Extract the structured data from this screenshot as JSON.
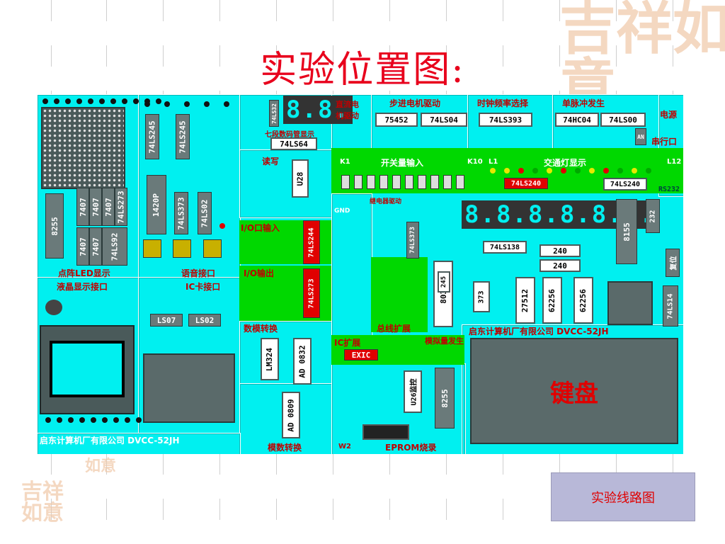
{
  "page": {
    "title": "实验位置图:",
    "link_button": "实验线路图"
  },
  "board": {
    "sections": {
      "dot_matrix": "点阵LED显示",
      "lcd": "液晶显示接口",
      "voice": "语音接口",
      "ic_card": "IC卡接口",
      "seven_seg": "七段数码管显示",
      "rw": "读写",
      "dc_motor": "直流电机驱动",
      "stepper": "步进电机驱动",
      "clock": "时钟频率选择",
      "single_pulse": "单脉冲发生",
      "power": "电源",
      "serial": "串行口",
      "switch_input": "开关量输入",
      "traffic": "交通灯显示",
      "io_in": "I/O口输入",
      "io_out": "I/O输出",
      "da": "数模转换",
      "ad": "模数转换",
      "bus": "总线扩展",
      "ic_ext": "IC扩展",
      "analog": "模拟量发生",
      "eprom": "EPROM烧录",
      "reset": "复位",
      "keyboard": "键盘",
      "company_left": "启东计算机厂有限公司 DVCC-52JH",
      "company_right": "启东计算机厂有限公司 DVCC-52JH",
      "relay": "继电器驱动"
    },
    "chips": {
      "c8255a": "8255",
      "c7407a": "7407",
      "c7407b": "7407",
      "c7407c": "7407",
      "c74ls273a": "74LS273",
      "c7407d": "7407",
      "c7407e": "7407",
      "c74ls92": "74LS92",
      "c74ls245a": "74LS245",
      "c74ls245b": "74LS245",
      "c1420p": "1420P",
      "c74ls373a": "74LS373",
      "c74ls02": "74LS02",
      "ls07": "LS07",
      "ls02": "LS02",
      "c74ls64": "74LS64",
      "c74ls32": "74LS32",
      "u28": "U28",
      "c75452": "75452",
      "c74ls04": "74LS04",
      "c74ls393": "74LS393",
      "c74hc04": "74HC04",
      "c74ls00": "74LS00",
      "an": "AN",
      "c74ls240a": "74LS240",
      "c74ls240b": "74LS240",
      "rs232": "RS232",
      "c74ls244": "74LS244",
      "c74ls273b": "74LS273",
      "lm324": "LM324",
      "ad0832": "AD 0832",
      "ad0809": "AD 0809",
      "c74ls373b": "74LS373",
      "c8031": "8031",
      "c245": "245",
      "c373": "373",
      "c74ls138": "74LS138",
      "c240a": "240",
      "c240b": "240",
      "c8155": "8155",
      "c232": "232",
      "c27512": "27512",
      "c62256a": "62256",
      "c62256b": "62256",
      "c74ls14": "74LS14",
      "exic": "EXIC",
      "u26": "U26监控",
      "c8255b": "8255",
      "gnd": "GND",
      "w2": "W2",
      "k1a": "K1",
      "k10": "K10",
      "l1": "L1",
      "l12": "L12"
    },
    "seven_seg_digits": {
      "small": "8.8.",
      "large": "8.8.8.8.8.8."
    }
  }
}
